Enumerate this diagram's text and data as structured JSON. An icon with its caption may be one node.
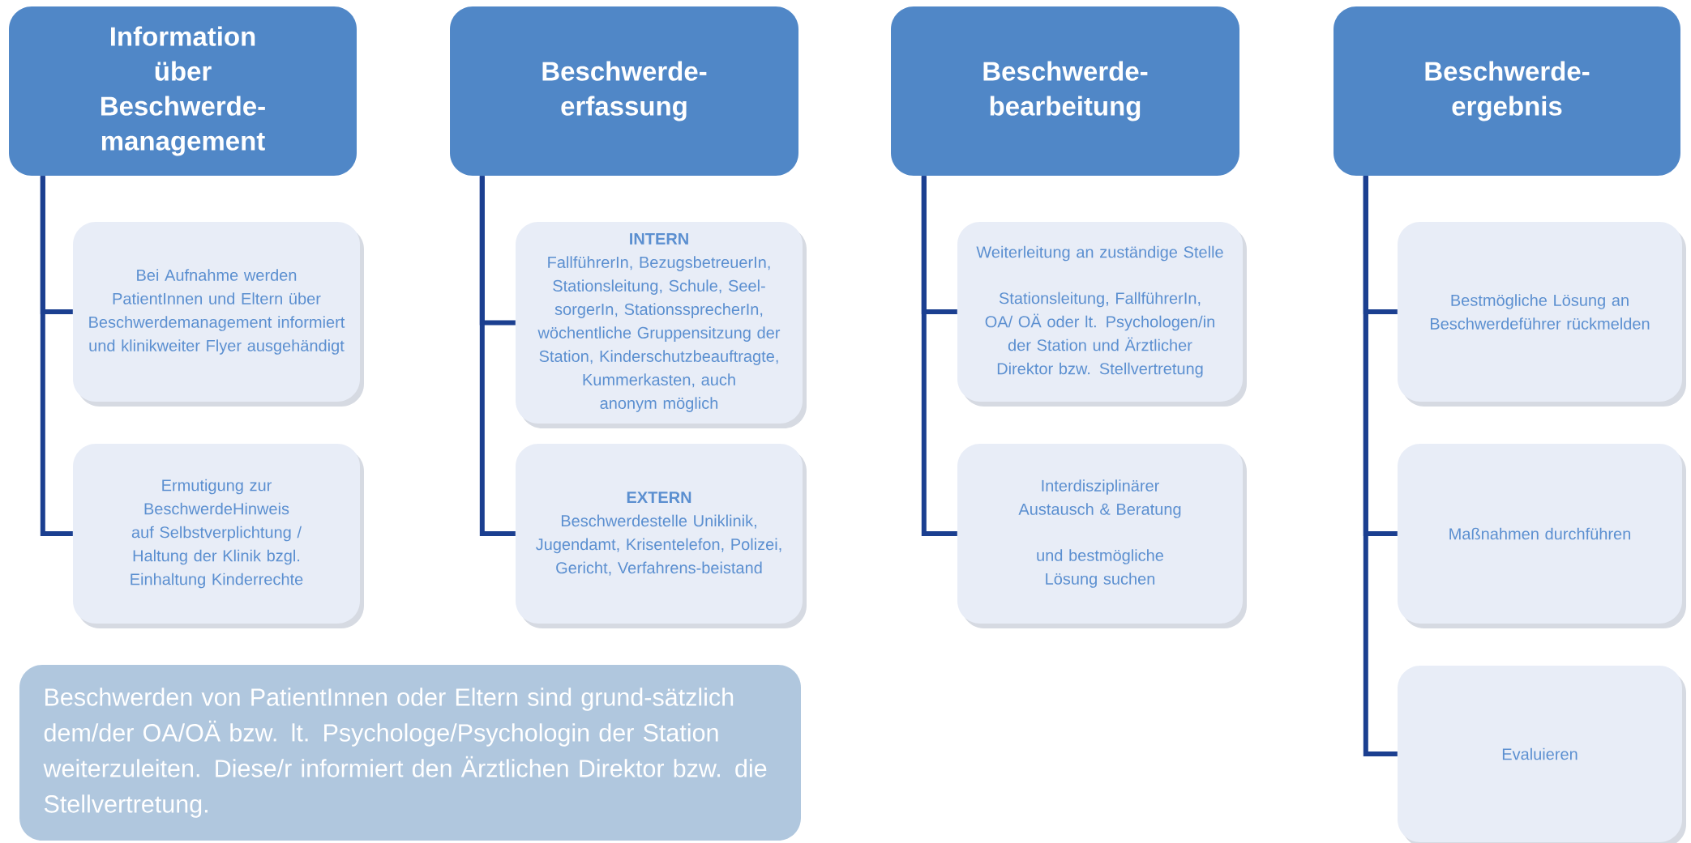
{
  "diagram": {
    "nodes": [
      {
        "text": [
          "Information über Beschwerde-management"
        ]
      },
      {
        "text": [
          "Bei Aufnahme werden PatientInnen und Eltern über Beschwerdemanagement informiert und klinikweiter Flyer ausgehändigt"
        ]
      },
      {
        "text": [
          "Ermutigung zur BeschwerdeHinweis auf Selbstverplichtung / Haltung der Klinik bzgl. Einhaltung Kinderrechte"
        ]
      },
      {
        "text": [
          "Beschwerde-erfassung"
        ]
      },
      {
        "text": [
          "INTERN",
          "FallführerIn, BezugsbetreuerIn, Stationsleitung, Schule, Seel-sorgerIn, StationssprecherIn, wöchentliche Gruppensitzung der Station, Kinderschutzbeauftragte, Kummerkasten, auch anonym möglich"
        ]
      },
      {
        "text": [
          "EXTERN",
          "Beschwerdestelle Uniklinik, Jugendamt, Krisentelefon, Polizei, Gericht, Verfahrens-beistand"
        ]
      },
      {
        "text": [
          "Beschwerde-bearbeitung"
        ]
      },
      {
        "text": [
          "Weiterleitung an zuständige Stelle",
          "Stationsleitung, FallführerIn, OA/ OÄ oder lt. Psychologen/in der Station und Ärztlicher Direktor bzw. Stellvertretung"
        ]
      },
      {
        "text": [
          "Interdisziplinärer Austausch & Beratung",
          "und bestmögliche Lösung suchen"
        ]
      },
      {
        "text": [
          "Beschwerde-ergebnis"
        ]
      },
      {
        "text": [
          "Bestmögliche Lösung an Beschwerdeführer rückmelden"
        ]
      },
      {
        "text": [
          "Maßnahmen durchführen"
        ]
      },
      {
        "text": [
          "Evaluieren"
        ]
      },
      {
        "text": [
          "Beschwerden von PatientInnen oder Eltern sind grund-sätzlich dem/der OA/OÄ bzw. lt. Psychologe/Psychologin der Station weiterzuleiten. Diese/r informiert den Ärztlichen Direktor bzw. die Stellvertretung."
        ]
      }
    ],
    "edges": [
      {
        "from": 0,
        "to": 1,
        "arrow": "none"
      },
      {
        "from": 0,
        "to": 2,
        "arrow": "none"
      },
      {
        "from": 3,
        "to": 4,
        "arrow": "none"
      },
      {
        "from": 3,
        "to": 5,
        "arrow": "none"
      },
      {
        "from": 6,
        "to": 7,
        "arrow": "none"
      },
      {
        "from": 6,
        "to": 8,
        "arrow": "none"
      },
      {
        "from": 9,
        "to": 10,
        "arrow": "none"
      },
      {
        "from": 9,
        "to": 11,
        "arrow": "none"
      },
      {
        "from": 9,
        "to": 12,
        "arrow": "none"
      }
    ]
  }
}
